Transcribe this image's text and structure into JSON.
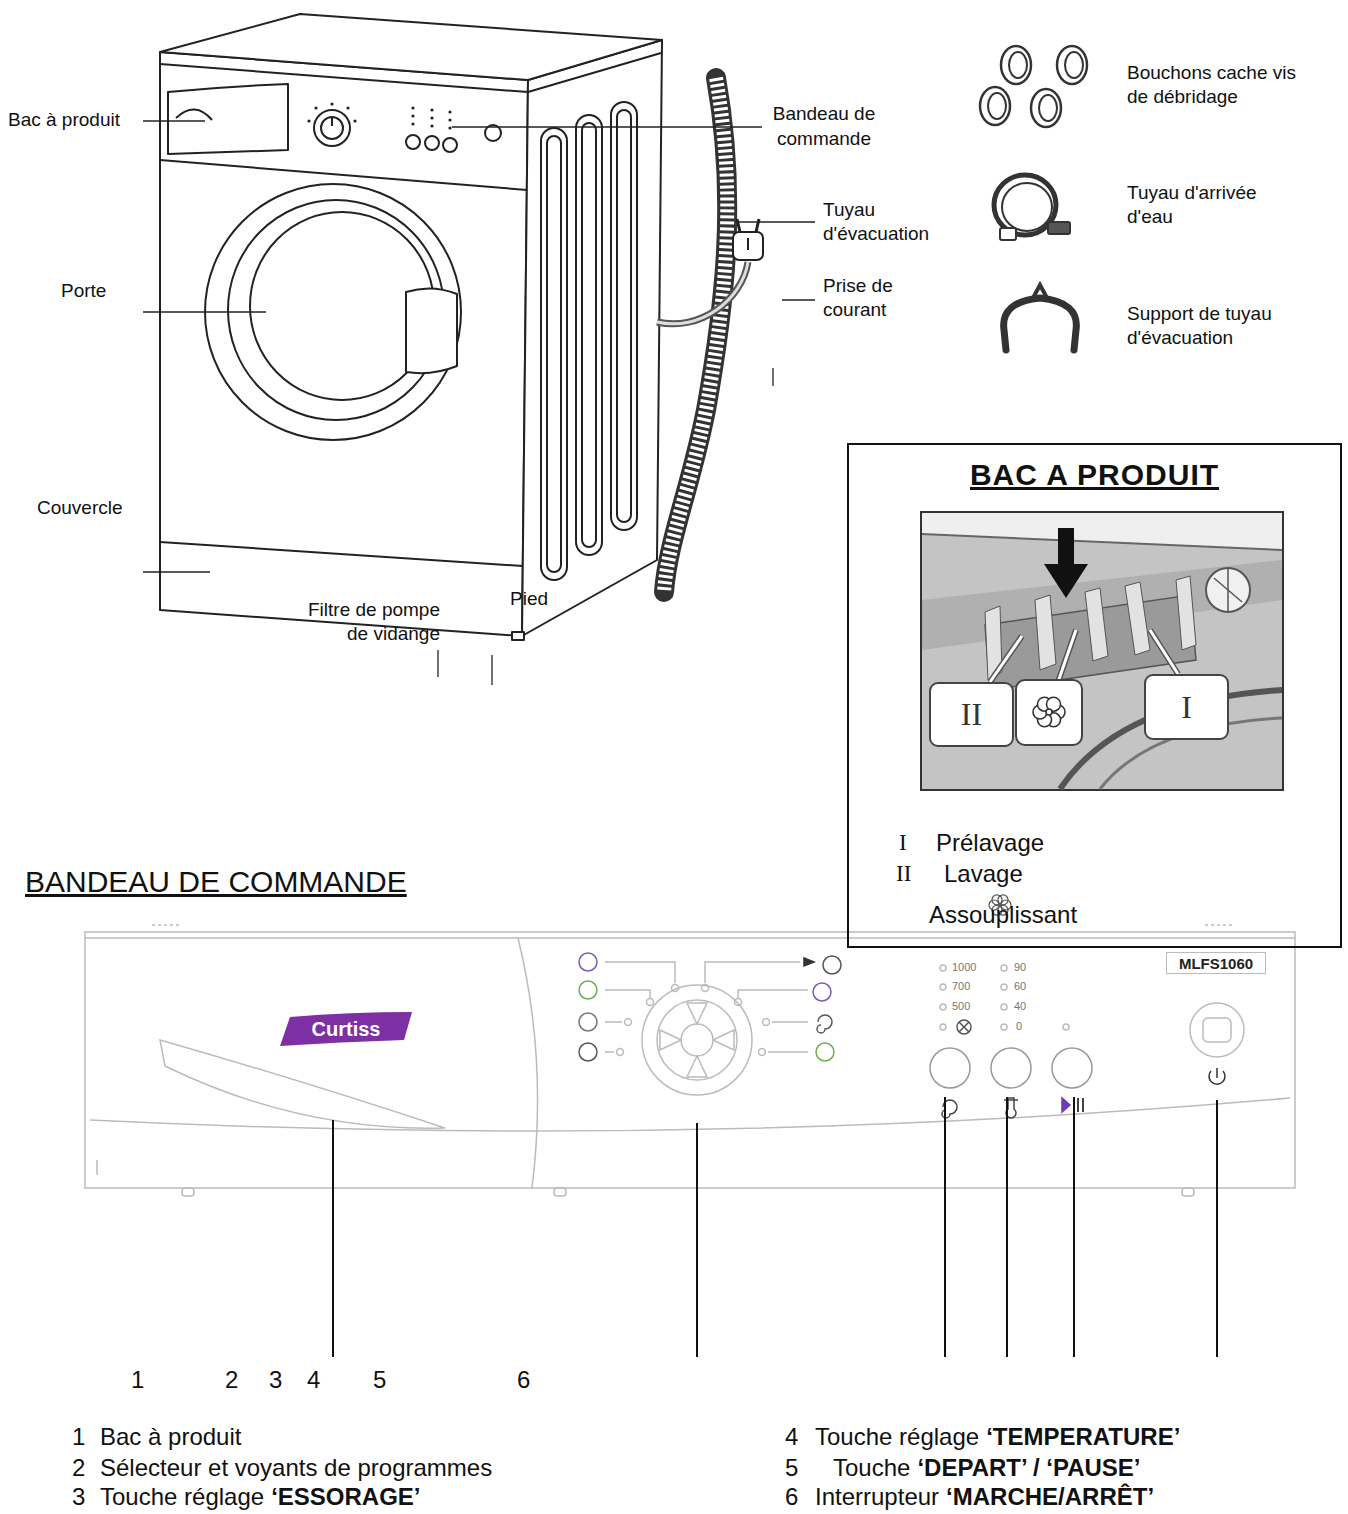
{
  "diagram": {
    "nodes": [
      {
        "text": [
          "BAC A PRODUIT",
          "I",
          "Prélavage",
          "II",
          "Lavage",
          "Assouplissant"
        ]
      },
      {
        "text": [
          "II"
        ],
        "in": 0
      },
      {
        "text": [
          "I"
        ],
        "in": 0
      },
      {
        "text": [
          "Curtiss"
        ]
      },
      {
        "text": [
          "MLFS1060"
        ]
      }
    ],
    "labels": [
      "Bac à produit",
      "Bandeau de commande",
      "Tuyau d'évacuation",
      "Prise de courant",
      "Porte",
      "Couvercle",
      "Filtre de pompe de vidange",
      "Pied",
      "Bouchons cache vis de débridage",
      "Tuyau d'arrivée d'eau",
      "Support de tuyau d'évacuation",
      "BANDEAU DE COMMANDE",
      "1000",
      "700",
      "500",
      "90",
      "60",
      "40",
      "0",
      "1",
      "2",
      "3",
      "4",
      "5",
      "6",
      "1",
      "Bac à produit",
      "2",
      "Sélecteur et voyants de programmes",
      "3",
      "Touche réglage",
      "‘ESSORAGE’",
      "4",
      "Touche réglage",
      "‘TEMPERATURE’",
      "5",
      "Touche",
      "‘DEPART’ / ‘PAUSE’",
      "6",
      "Interrupteur",
      "‘MARCHE/ARRÊT’"
    ]
  }
}
